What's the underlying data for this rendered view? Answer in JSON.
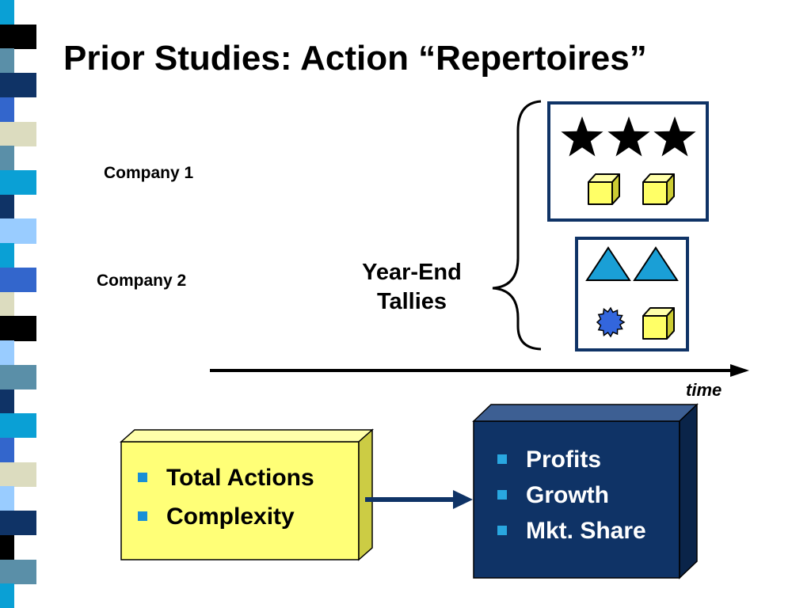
{
  "title": "Prior Studies: Action “Repertoires”",
  "companies": [
    "Company 1",
    "Company  2"
  ],
  "tallies_label": {
    "line1": "Year-End",
    "line2": "Tallies"
  },
  "time_label": "time",
  "left_box": {
    "items": [
      "Total Actions",
      "Complexity"
    ]
  },
  "right_box": {
    "items": [
      "Profits",
      "Growth",
      "Mkt. Share"
    ]
  },
  "colors": {
    "strip": [
      "#0aa0d5",
      "#5a8fa8",
      "#0f3366",
      "#3366cc",
      "#dcdcbf",
      "#000000",
      "#99ccff"
    ],
    "yellow_box": "#ffff77",
    "navy_box": "#0f3366",
    "arrow": "#0f3366",
    "tally_border": "#0f3366",
    "triangle": "#1a9fd6",
    "starburst": "#3366dd",
    "cube": "#ffff66"
  }
}
